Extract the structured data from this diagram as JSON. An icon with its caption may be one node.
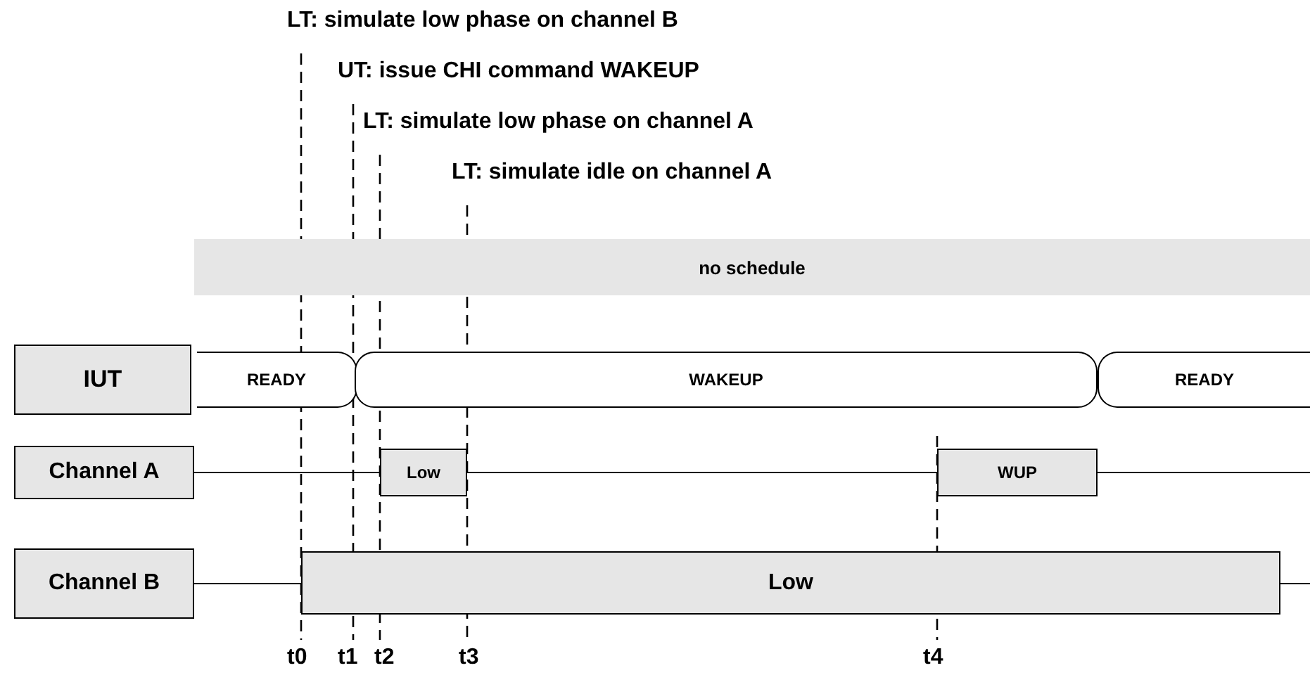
{
  "diagram": {
    "nodes": [
      {
        "text": [
          "no schedule"
        ]
      },
      {
        "text": [
          "IUT"
        ]
      },
      {
        "text": [
          "READY"
        ]
      },
      {
        "text": [
          "WAKEUP"
        ]
      },
      {
        "text": [
          "READY"
        ]
      },
      {
        "text": [
          "Channel A"
        ]
      },
      {
        "text": [
          "Low"
        ]
      },
      {
        "text": [
          "WUP"
        ]
      },
      {
        "text": [
          "Channel B"
        ]
      },
      {
        "text": [
          "Low"
        ]
      }
    ],
    "labels": [
      "LT: simulate low phase on channel B",
      "UT: issue CHI command WAKEUP",
      "LT: simulate low phase on channel A",
      "LT: simulate idle on channel A",
      "t0",
      "t1",
      "t2",
      "t3",
      "t4"
    ]
  }
}
